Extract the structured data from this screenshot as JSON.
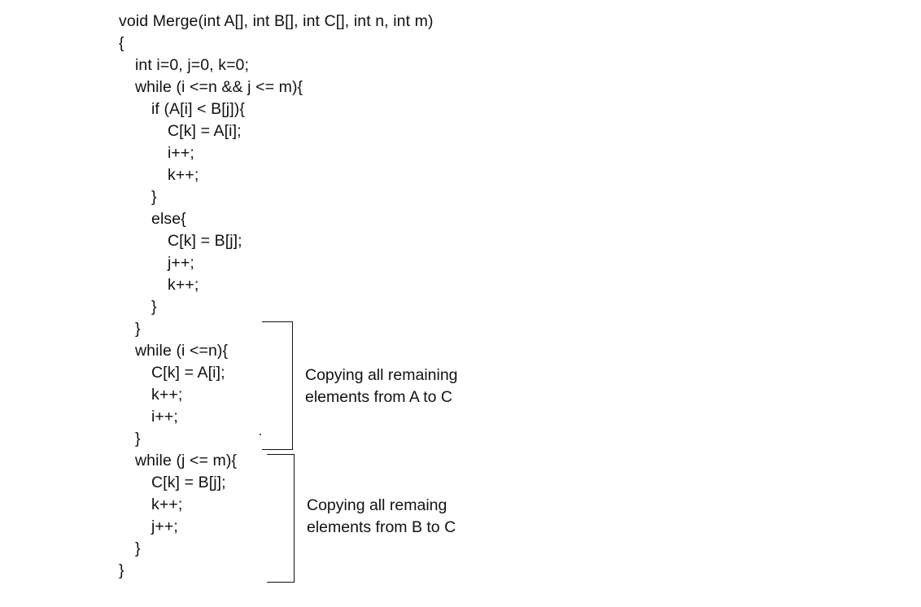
{
  "code_lines": [
    "void Merge(int A[], int B[], int C[], int n, int m)",
    "{",
    "int i=0, j=0, k=0;",
    "while (i <=n && j <= m){",
    "if (A[i] < B[j]){",
    "C[k] = A[i];",
    "i++;",
    "k++;",
    "}",
    "else{",
    "C[k] = B[j];",
    "j++;",
    "k++;",
    "}",
    "}",
    "while (i <=n){",
    "C[k] = A[i];",
    "k++;",
    "i++;",
    "}",
    "while (j <= m){",
    "C[k] = B[j];",
    "k++;",
    "j++;",
    "}",
    "}"
  ],
  "annotations": {
    "copy_a": {
      "line1": "Copying all remaining",
      "line2": "elements from A to C"
    },
    "copy_b": {
      "line1": "Copying all remaing",
      "line2": "elements from B to C"
    }
  }
}
